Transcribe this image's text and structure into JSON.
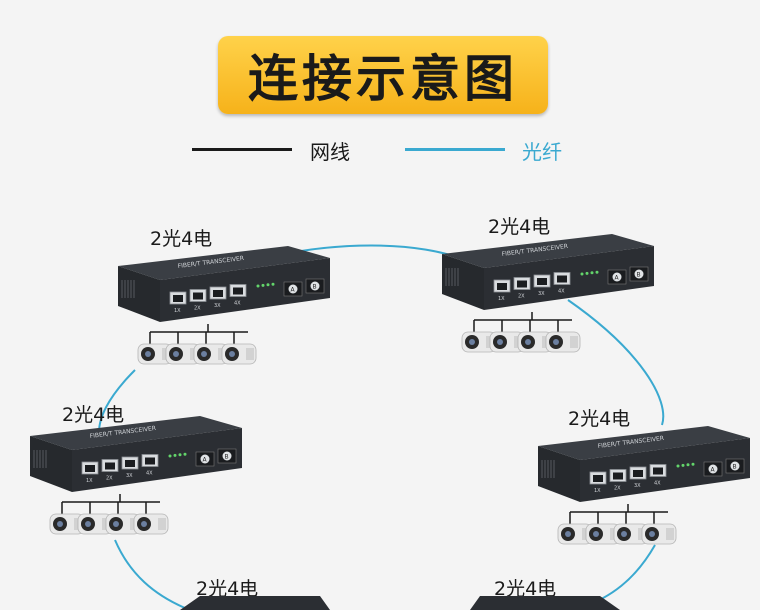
{
  "title": "连接示意图",
  "legend": {
    "cable": {
      "label": "网线",
      "color": "#1a1a1a"
    },
    "fiber": {
      "label": "光纤",
      "color": "#3aa9d0"
    }
  },
  "device": {
    "brand_text": "FIBER/T TRANSCEIVER",
    "port_labels": [
      "1X",
      "2X",
      "3X",
      "4X"
    ],
    "fiber_ports": [
      "A",
      "B"
    ]
  },
  "units": [
    {
      "label": "2光4电"
    },
    {
      "label": "2光4电"
    },
    {
      "label": "2光4电"
    },
    {
      "label": "2光4电"
    },
    {
      "label": "2光4电"
    },
    {
      "label": "2光4电"
    }
  ],
  "colors": {
    "background": "#f4f4f4",
    "device_body": "#2b2e33",
    "camera_body": "#e9e9e9",
    "fiber": "#3aa9d0"
  }
}
